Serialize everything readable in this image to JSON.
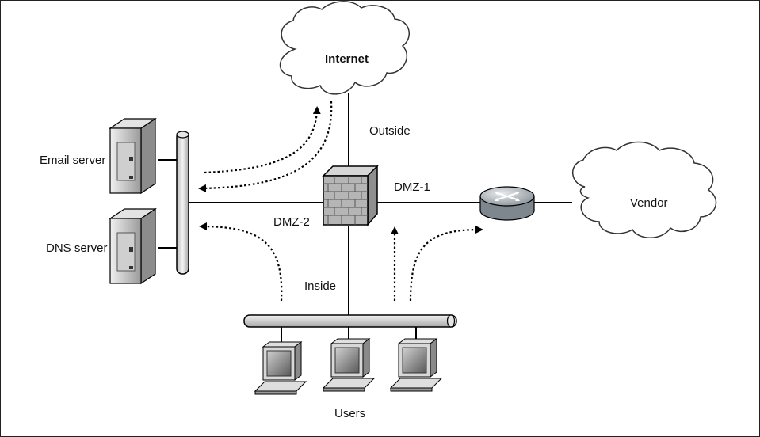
{
  "labels": {
    "internet": "Internet",
    "outside": "Outside",
    "dmz1": "DMZ-1",
    "dmz2": "DMZ-2",
    "inside": "Inside",
    "vendor": "Vendor",
    "email_server": "Email server",
    "dns_server": "DNS server",
    "users": "Users"
  },
  "colors": {
    "line": "#000000",
    "cloud_fill": "#ffffff",
    "cloud_stroke": "#333333",
    "pipe_fill": "#d9d9d9",
    "brick": "#b3b3b3",
    "router": "#c8cdd3"
  },
  "icons": [
    "cloud-icon",
    "firewall-icon",
    "router-icon",
    "server-icon",
    "workstation-icon",
    "pipe-bus"
  ]
}
